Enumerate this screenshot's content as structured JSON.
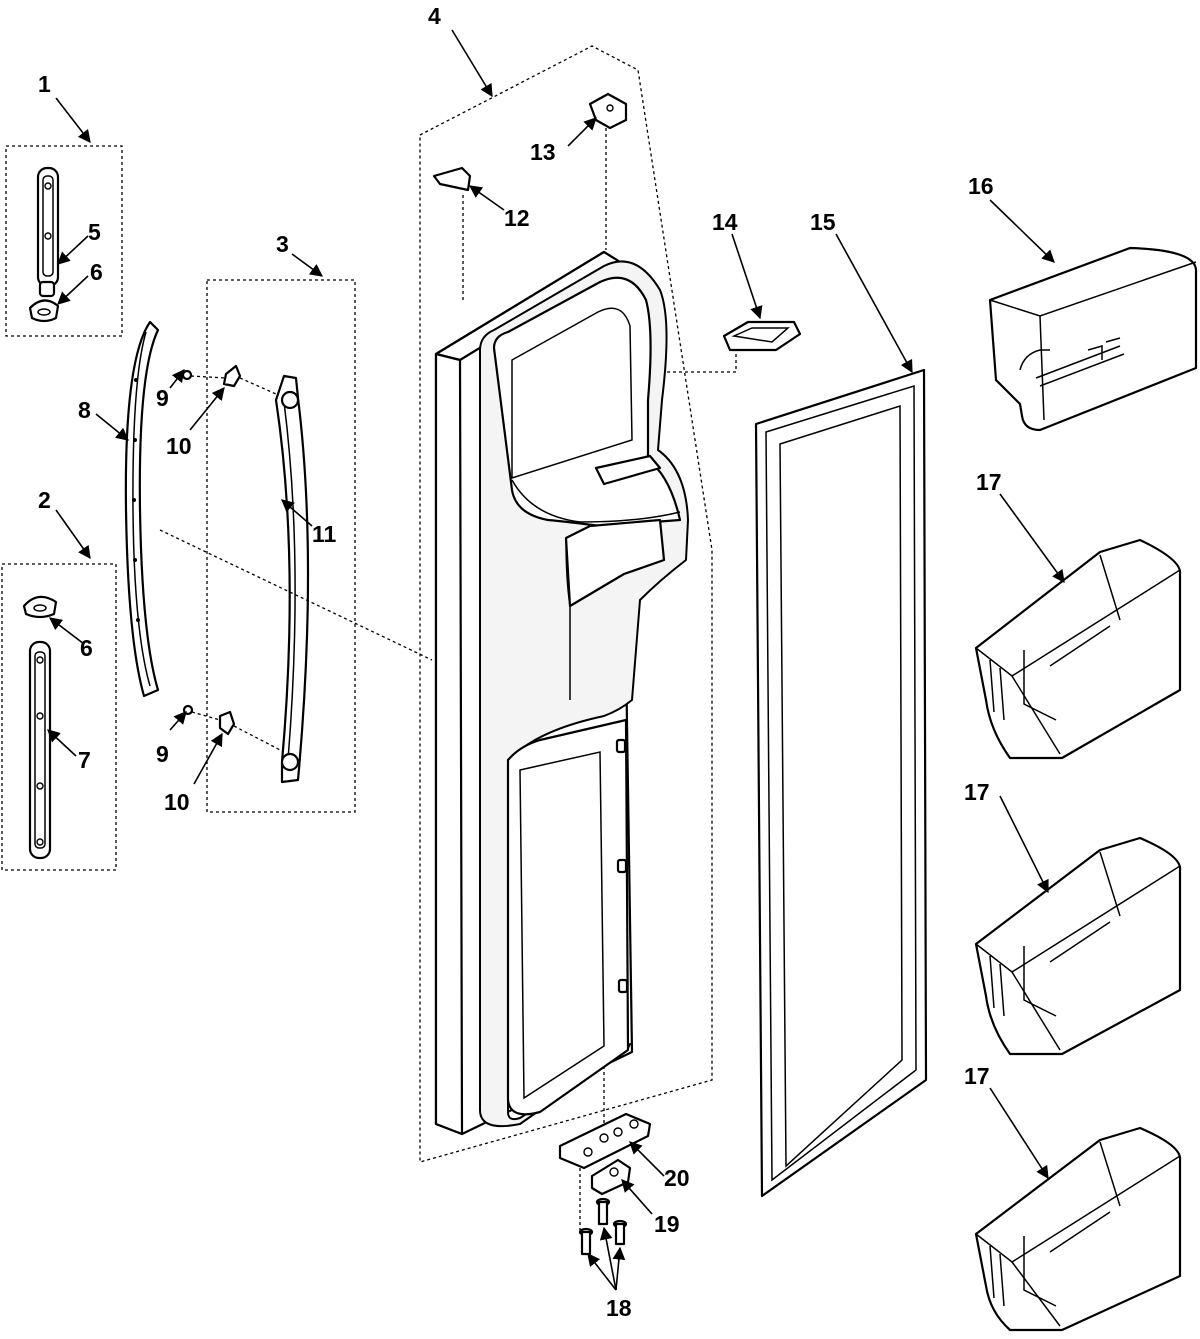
{
  "callouts": {
    "c1": "1",
    "c2": "2",
    "c3": "3",
    "c4": "4",
    "c5": "5",
    "c6a": "6",
    "c6b": "6",
    "c7": "7",
    "c8": "8",
    "c9a": "9",
    "c9b": "9",
    "c10a": "10",
    "c10b": "10",
    "c11": "11",
    "c12": "12",
    "c13": "13",
    "c14": "14",
    "c15": "15",
    "c16": "16",
    "c17a": "17",
    "c17b": "17",
    "c17c": "17",
    "c18": "18",
    "c19": "19",
    "c20": "20"
  },
  "colors": {
    "line": "#000000",
    "background": "#ffffff",
    "shade": "#f4f4f4"
  }
}
